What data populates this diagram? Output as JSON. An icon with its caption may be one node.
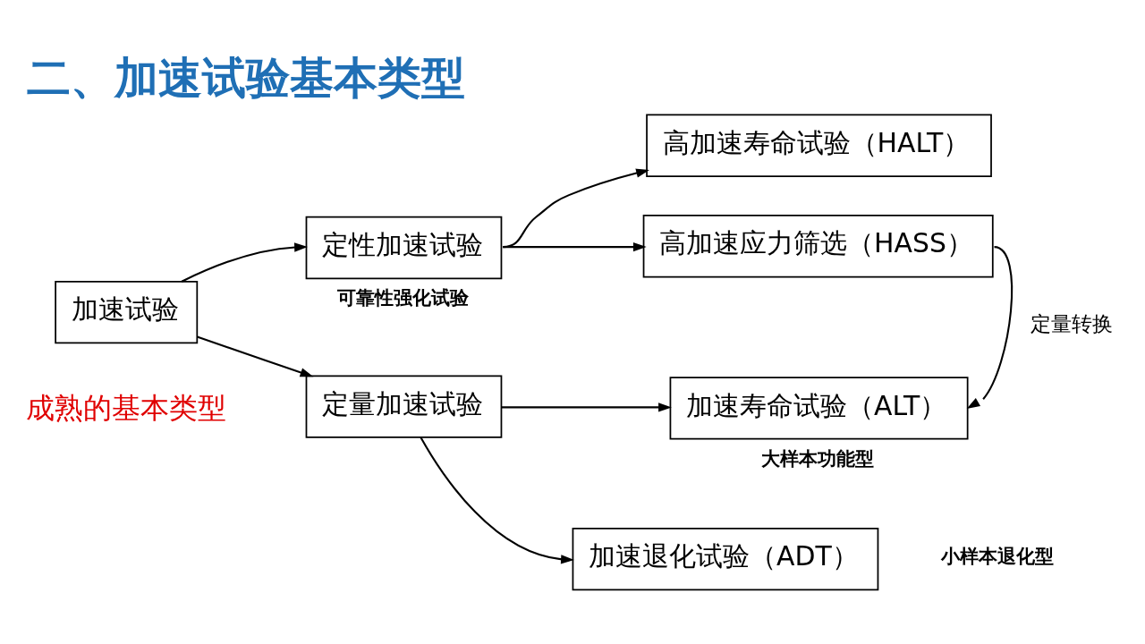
{
  "diagram": {
    "title": "二、加速试验基本类型",
    "nodes": [
      {
        "text": [
          "加速试验"
        ]
      },
      {
        "text": [
          "定性加速试验"
        ],
        "beside": [
          "可靠性强化试验"
        ]
      },
      {
        "text": [
          "定量加速试验"
        ]
      },
      {
        "text": [
          "高加速寿命试验（HALT）"
        ]
      },
      {
        "text": [
          "高加速应力筛选（HASS）"
        ]
      },
      {
        "text": [
          "加速寿命试验（ALT）"
        ],
        "beside": [
          "大样本功能型"
        ]
      },
      {
        "text": [
          "加速退化试验（ADT）"
        ],
        "beside": [
          "小样本退化型"
        ]
      }
    ],
    "edges": [
      {
        "from": 0,
        "to": 1,
        "arrow": "to"
      },
      {
        "from": 0,
        "to": 2,
        "arrow": "to"
      },
      {
        "from": 1,
        "to": 3,
        "arrow": "to"
      },
      {
        "from": 1,
        "to": 4,
        "arrow": "to"
      },
      {
        "from": 2,
        "to": 5,
        "arrow": "to"
      },
      {
        "from": 2,
        "to": 6,
        "arrow": "to"
      },
      {
        "from": 4,
        "to": 5,
        "label": "定量转换",
        "arrow": "to"
      }
    ],
    "labels": [
      "成熟的基本类型"
    ]
  }
}
